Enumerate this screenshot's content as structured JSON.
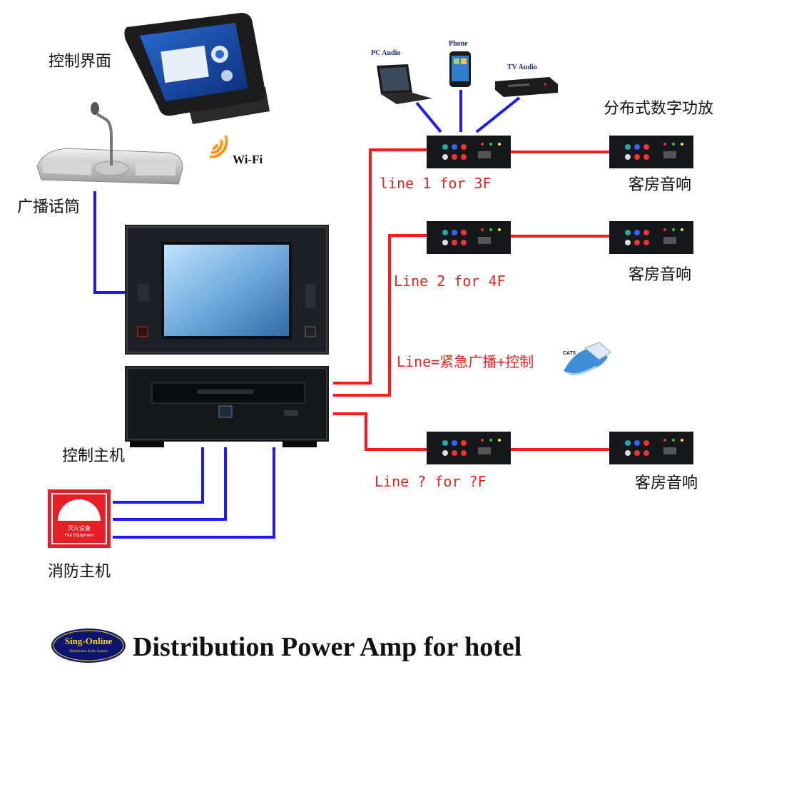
{
  "labels": {
    "control_ui": "控制界面",
    "wifi": "Wi-Fi",
    "mic": "广播话筒",
    "host": "控制主机",
    "fire": "消防主机",
    "pc_audio": "PC Audio",
    "phone": "Phone",
    "tv_audio": "TV Audio",
    "dist_amp": "分布式数字功放",
    "room1": "客房音响",
    "room2": "客房音响",
    "room3": "客房音响",
    "line1": "line 1 for 3F",
    "line2": "Line 2 for 4F",
    "line_emergency": "Line=紧急广播+控制",
    "line_n": "Line ? for ?F",
    "cat5": "CAT5",
    "fire_sign_zh": "灭火设备",
    "fire_sign_en": "Fire Equipment"
  },
  "footer": {
    "logo_name": "Sing-Online",
    "logo_sub": "Distribution Audio System",
    "title": "Distribution Power Amp for hotel"
  },
  "colors": {
    "red_line": "#ff1a1a",
    "blue_line": "#1a1aff",
    "device_black": "#15171a",
    "fire_red": "#e61e25",
    "logo_navy": "#0c1670",
    "logo_gold": "#ffd21a"
  }
}
